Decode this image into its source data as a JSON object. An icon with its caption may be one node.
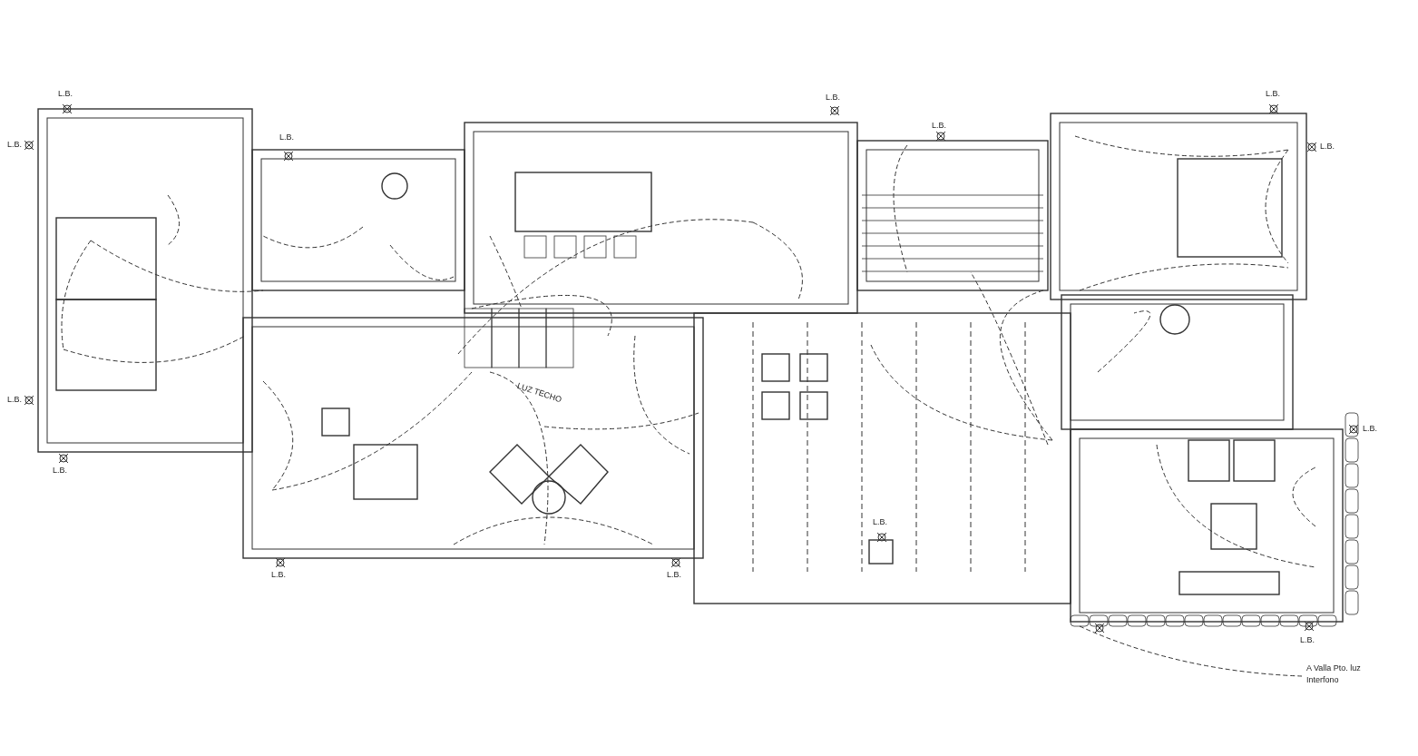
{
  "diagram": {
    "labels": [
      "L.B.",
      "L.B.",
      "L.B.",
      "L.B.",
      "L.B.",
      "L.B.",
      "L.B.",
      "LUZ TECHO",
      "L.B.",
      "L.B.",
      "L.B.",
      "L.B.",
      "L.B.",
      "L.B.",
      "L.B.",
      "A Valla Pto. luz Interfono"
    ]
  }
}
